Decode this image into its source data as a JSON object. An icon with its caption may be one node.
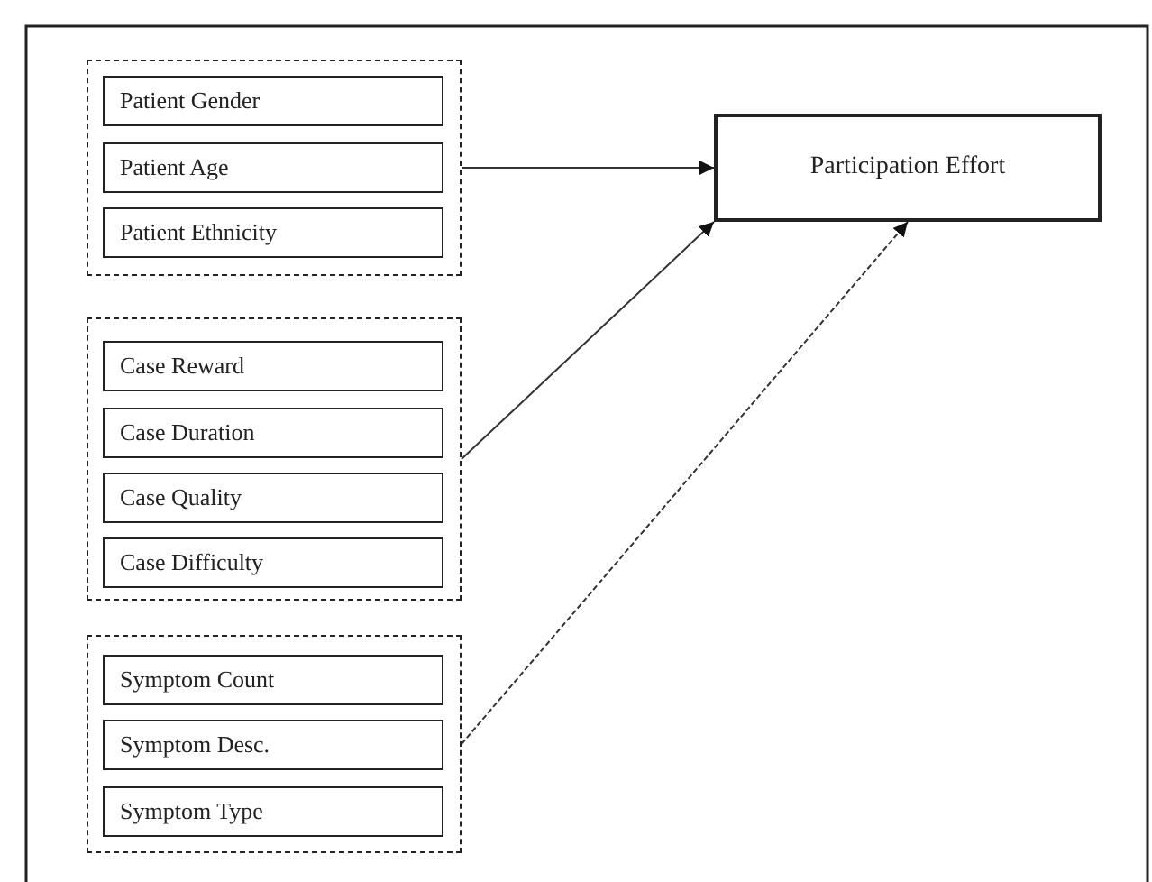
{
  "diagram": {
    "nodes": [
      {
        "text": [],
        "shape": "box"
      },
      {
        "text": [
          "Patient Gender"
        ],
        "in": 0
      },
      {
        "text": [
          "Patient Age"
        ],
        "in": 0
      },
      {
        "text": [
          "Patient Ethnicity"
        ],
        "in": 0
      },
      {
        "text": [],
        "shape": "box"
      },
      {
        "text": [
          "Case Reward"
        ],
        "in": 4
      },
      {
        "text": [
          "Case Duration"
        ],
        "in": 4
      },
      {
        "text": [
          "Case Quality"
        ],
        "in": 4
      },
      {
        "text": [
          "Case Difficulty"
        ],
        "in": 4
      },
      {
        "text": [],
        "shape": "box"
      },
      {
        "text": [
          "Symptom Count"
        ],
        "in": 9
      },
      {
        "text": [
          "Symptom Desc."
        ],
        "in": 9
      },
      {
        "text": [
          "Symptom Type"
        ],
        "in": 9
      },
      {
        "text": [
          "Participation Effort"
        ]
      }
    ],
    "edges": [
      {
        "from": 0,
        "to": 13,
        "arrow": "to"
      },
      {
        "from": 4,
        "to": 13,
        "arrow": "to"
      },
      {
        "from": 9,
        "to": 13,
        "arrow": "to",
        "style": "dashed"
      }
    ]
  }
}
